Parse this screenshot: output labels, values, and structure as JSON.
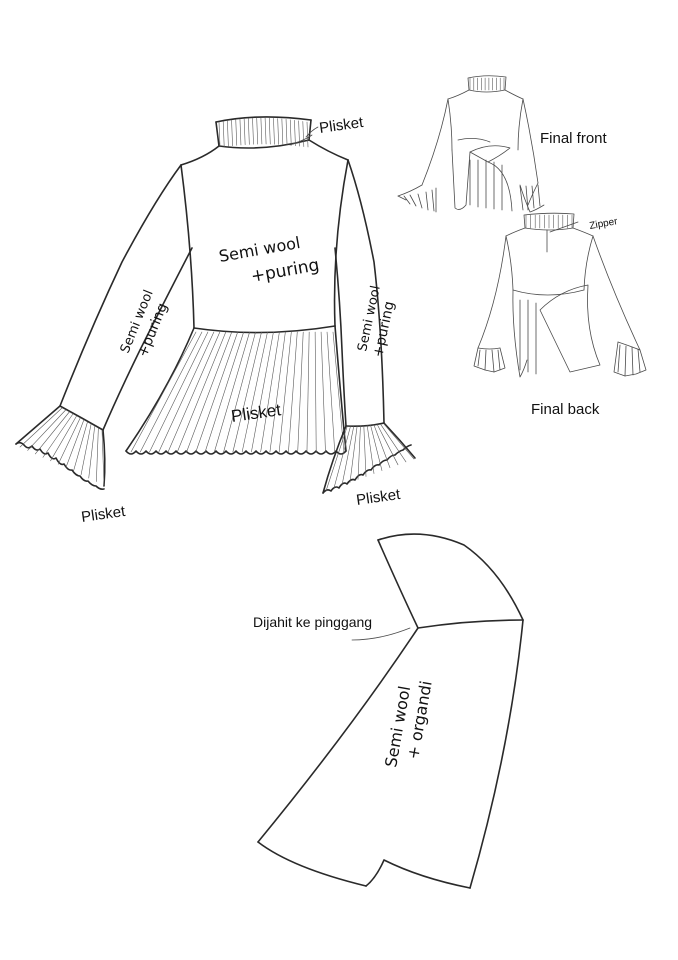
{
  "main_sketch": {
    "label_collar": "Plisket",
    "label_bodice_1": "Semi wool",
    "label_bodice_2": "+puring",
    "label_left_sleeve_1": "Semi wool",
    "label_left_sleeve_2": "+puring",
    "label_right_sleeve_1": "Semi wool",
    "label_right_sleeve_2": "+puring",
    "label_peplum": "Plisket",
    "label_left_cuff": "Plisket",
    "label_right_cuff": "Plisket"
  },
  "front_view": {
    "title": "Final front"
  },
  "back_view": {
    "title": "Final back",
    "label_zipper": "Zipper"
  },
  "drape_piece": {
    "label_waist": "Dijahit ke pinggang",
    "label_fabric_1": "Semi wool",
    "label_fabric_2": "+ organdi"
  },
  "colors": {
    "ink": "#2a2a2a",
    "paper": "#ffffff"
  }
}
